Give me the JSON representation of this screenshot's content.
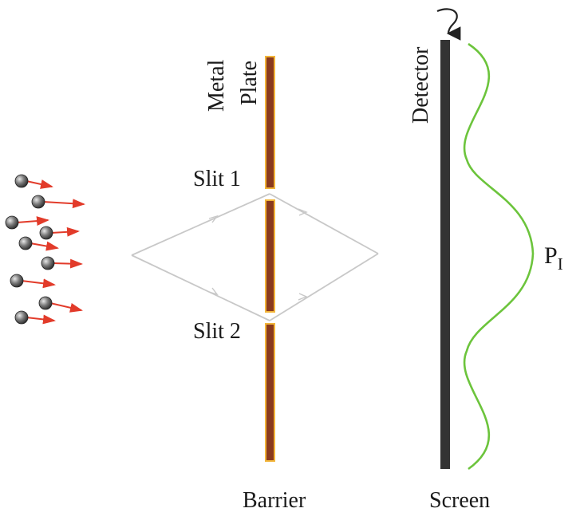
{
  "labels": {
    "metal": "Metal",
    "plate": "Plate",
    "slit1": "Slit 1",
    "slit2": "Slit 2",
    "detector": "Detector",
    "barrier": "Barrier",
    "screen": "Screen",
    "pattern_main": "P",
    "pattern_sub": "I"
  },
  "colors": {
    "barrier_fill": "#8a3a1e",
    "barrier_edge": "#f2b53a",
    "screen_fill": "#333333",
    "pattern": "#6cc43c",
    "paths": "#c8c8c8",
    "particle_arrow": "#e23b2a",
    "particle_body": "#4a4a4a"
  },
  "icons": {
    "particle": "sphere-icon",
    "direction": "curved-arrow-icon"
  }
}
